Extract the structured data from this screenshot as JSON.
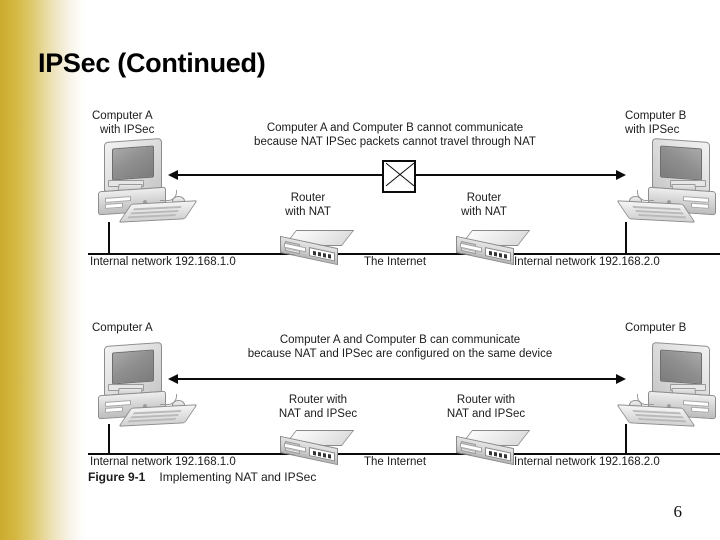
{
  "slide": {
    "title": "IPSec (Continued)",
    "page_number": "6",
    "accent_color": "#cbab2e",
    "background_color": "#ffffff"
  },
  "figure": {
    "caption_label": "Figure 9-1",
    "caption_text": "Implementing NAT and IPSec",
    "diagrams": [
      {
        "id": "nat-ipsec-fails",
        "left_computer_label_line1": "Computer A",
        "left_computer_label_line2": "with IPSec",
        "right_computer_label_line1": "Computer B",
        "right_computer_label_line2": "with IPSec",
        "message_line1": "Computer A and Computer B cannot communicate",
        "message_line2": "because NAT IPSec packets cannot travel through NAT",
        "left_router_label_line1": "Router",
        "left_router_label_line2": "with NAT",
        "right_router_label_line1": "Router",
        "right_router_label_line2": "with NAT",
        "left_network_label": "Internal network 192.168.1.0",
        "internet_label": "The Internet",
        "right_network_label": "Internal network 192.168.2.0",
        "blocked": true
      },
      {
        "id": "nat-ipsec-works",
        "left_computer_label_line1": "Computer A",
        "left_computer_label_line2": "",
        "right_computer_label_line1": "Computer B",
        "right_computer_label_line2": "",
        "message_line1": "Computer A and Computer B can communicate",
        "message_line2": "because NAT and IPSec are configured on the same device",
        "left_router_label_line1": "Router with",
        "left_router_label_line2": "NAT and IPSec",
        "right_router_label_line1": "Router with",
        "right_router_label_line2": "NAT and IPSec",
        "left_network_label": "Internal network 192.168.1.0",
        "internet_label": "The Internet",
        "right_network_label": "Internal network 192.168.2.0",
        "blocked": false
      }
    ]
  }
}
